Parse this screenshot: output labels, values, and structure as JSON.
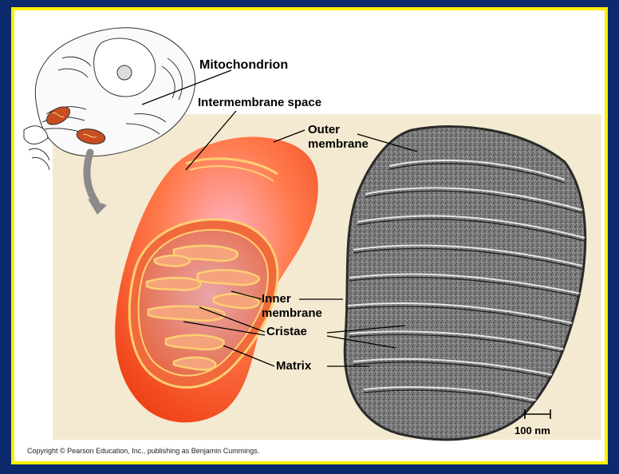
{
  "labels": {
    "mitochondrion": "Mitochondrion",
    "intermembrane_space": "Intermembrane space",
    "outer_membrane_line1": "Outer",
    "outer_membrane_line2": "membrane",
    "inner_membrane_line1": "Inner",
    "inner_membrane_line2": "membrane",
    "cristae": "Cristae",
    "matrix": "Matrix",
    "scale_bar": "100 nm"
  },
  "copyright": "Copyright © Pearson Education, Inc., publishing as Benjamin Cummings.",
  "colors": {
    "frame_background": "#0c2a6b",
    "frame_border": "#ffee00",
    "panel_background": "#ffffff",
    "inset_background": "#f4ead1",
    "mito_outer": "#f0582a",
    "mito_highlight": "#ffb0c0",
    "cristae_fill": "#f4a37c",
    "membrane_line": "#ffd27a",
    "em_image": "#6b6b6b"
  },
  "icons": [
    "cell-sketch-icon",
    "curved-arrow-icon"
  ]
}
